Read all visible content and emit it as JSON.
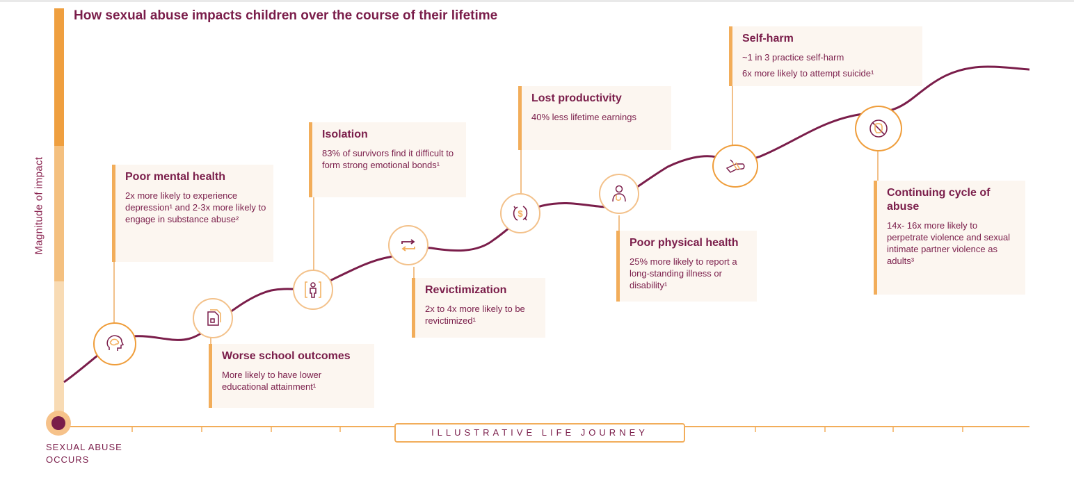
{
  "title": "How sexual abuse impacts children over the course of their lifetime",
  "y_axis_label": "Magnitude of impact",
  "x_axis_label": "ILLUSTRATIVE LIFE JOURNEY",
  "origin_label": "SEXUAL ABUSE OCCURS",
  "colors": {
    "primary": "#7a1d4a",
    "accent": "#f2ad5a",
    "box_bg": "#fcf6f0"
  },
  "stages": [
    {
      "heading": "Poor mental health",
      "lines": [
        "2x more likely to experience depression¹ and 2-3x more likely to engage in substance abuse²"
      ],
      "icon": "brain-head-icon"
    },
    {
      "heading": "Worse school outcomes",
      "lines": [
        "More likely to have lower educational attainment¹"
      ],
      "icon": "document-icon"
    },
    {
      "heading": "Isolation",
      "lines": [
        "83% of survivors find it difficult to form strong emotional bonds¹"
      ],
      "icon": "isolated-person-icon"
    },
    {
      "heading": "Revictimization",
      "lines": [
        "2x to 4x more likely to be revictimized¹"
      ],
      "icon": "repeat-arrows-icon"
    },
    {
      "heading": "Lost productivity",
      "lines": [
        "40% less lifetime earnings"
      ],
      "icon": "dollar-cycle-icon"
    },
    {
      "heading": "Poor physical health",
      "lines": [
        "25% more likely to report a long-standing illness or disability¹"
      ],
      "icon": "doctor-icon"
    },
    {
      "heading": "Self-harm",
      "lines": [
        "~1 in 3 practice self-harm",
        "6x more likely to attempt suicide¹"
      ],
      "icon": "wrist-bandage-icon"
    },
    {
      "heading": "Continuing cycle of abuse",
      "lines": [
        "14x- 16x more likely to perpetrate violence and sexual intimate partner violence as adults³"
      ],
      "icon": "no-violence-fist-icon"
    }
  ]
}
